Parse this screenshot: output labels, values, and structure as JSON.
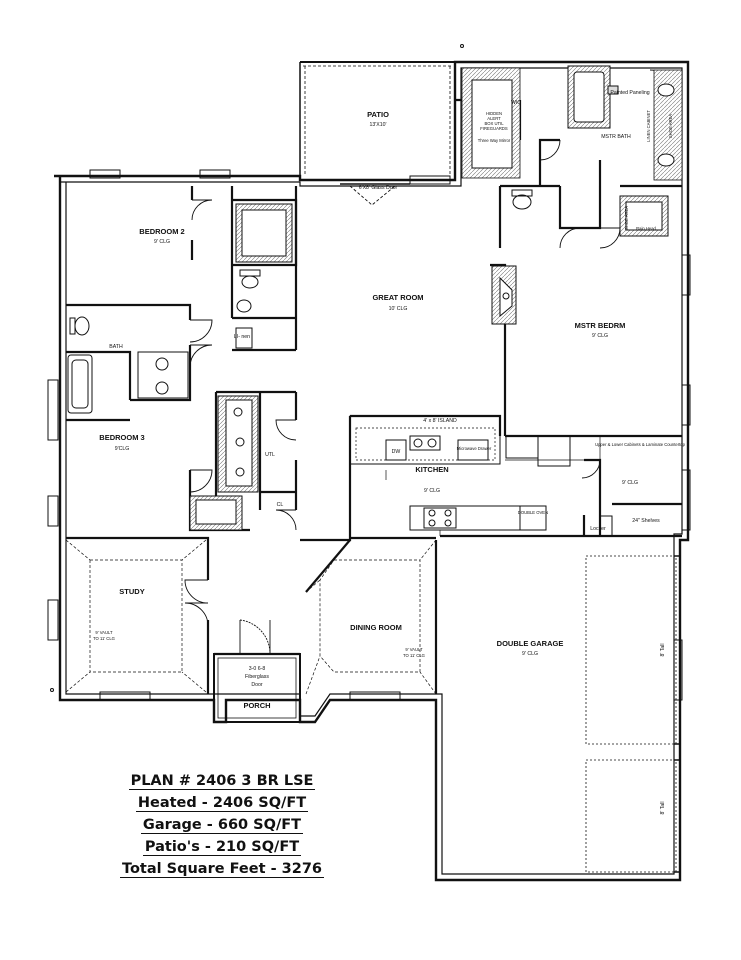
{
  "rooms": {
    "patio": {
      "name": "PATIO",
      "size": "13'X10'"
    },
    "wic": {
      "name": "WIC",
      "note1": "HIDDEN",
      "note2": "ALERT",
      "note3": "BOX UTIL",
      "note4": "FIREGUARDS",
      "mirror": "Three Way Mirror"
    },
    "mstr_bath": {
      "name": "MSTR BATH",
      "panel": "Painted Paneling",
      "cabinet": "LINEN CABINET",
      "area": "SHOE AREA",
      "shoe": "SHOE AREA"
    },
    "sliding_door": "6'X8' Glass Door",
    "bedroom2": {
      "name": "BEDROOM 2",
      "ceiling": "9' CLG"
    },
    "great_room": {
      "name": "GREAT ROOM",
      "ceiling": "10' CLG"
    },
    "mstr_bedrm": {
      "name": "MSTR BEDRM",
      "ceiling": "9' CLG"
    },
    "linen": "LI- nen",
    "bath": "BATH",
    "rain_head": "Rain Head",
    "bedroom3": {
      "name": "BEDROOM 3",
      "ceiling": "9'CLG"
    },
    "island": "4' x 8' ISLAND",
    "dw": "DW",
    "microwave": "Microwave Drawer",
    "kitchen": {
      "name": "KITCHEN",
      "ceiling": "9' CLG"
    },
    "upper_cab": "Upper & Lower Cabinets & Laminate Countertop",
    "laundry_clg": "9' CLG",
    "utl": "UTL",
    "cl": "CL",
    "double_oven": "DOUBLE OVEN",
    "locker": "Locker",
    "shelves": "24\" Shelves",
    "study": {
      "name": "STUDY",
      "ceiling1": "9' VAULT",
      "ceiling2": "TO 11' CLG"
    },
    "dining": {
      "name": "DINING ROOM",
      "ceiling1": "9' VAULT",
      "ceiling2": "TO 11' CLG"
    },
    "garage": {
      "name": "DOUBLE GARAGE",
      "ceiling": "9' CLG",
      "door_height_1": "8' Tall",
      "door_height_2": "8' Tall"
    },
    "porch": {
      "door1": "3-0  6-8",
      "door2": "Fiberglass",
      "door3": "Door",
      "name": "PORCH"
    }
  },
  "summary": {
    "plan": "PLAN # 2406 3 BR LSE",
    "heated": "Heated - 2406 SQ/FT",
    "garage": "Garage - 660 SQ/FT",
    "patios": "Patio's - 210 SQ/FT",
    "total": "Total Square Feet - 3276"
  }
}
